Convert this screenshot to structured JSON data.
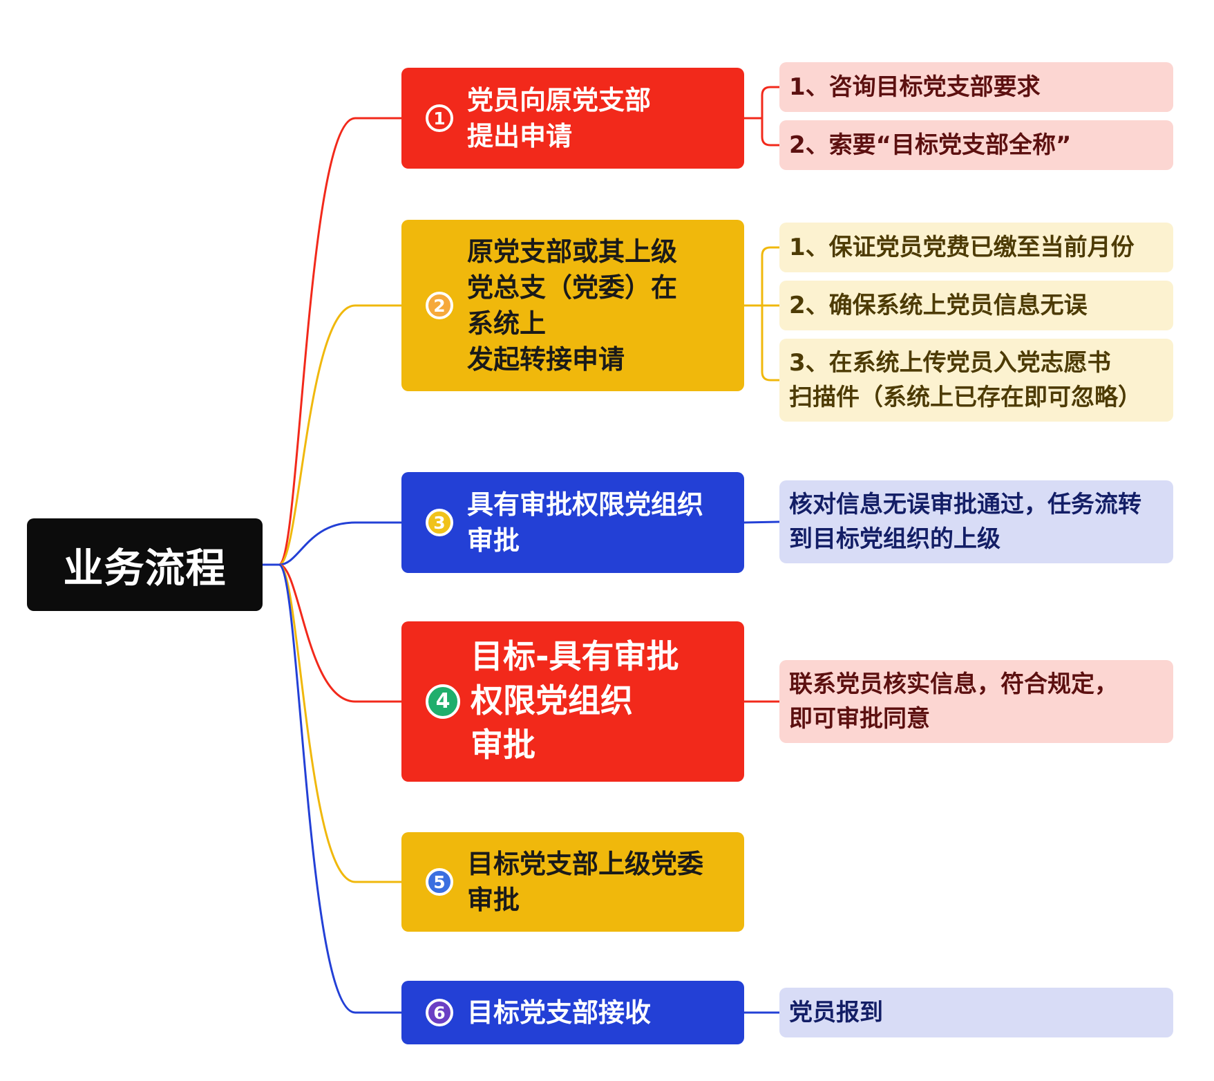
{
  "colors": {
    "red": "#f2291b",
    "yellow": "#f0b80c",
    "blue": "#2340d6",
    "root": "#0c0c0c",
    "note_red_bg": "#fcd6d2",
    "note_red_text": "#5c1010",
    "note_yellow_bg": "#fcf2d0",
    "note_yellow_text": "#4d3b05",
    "note_blue_bg": "#d8dcf6",
    "note_blue_text": "#131e66"
  },
  "root": {
    "label": "业务流程"
  },
  "steps": [
    {
      "badge": "1",
      "badge_color": "#f2291b",
      "color": "red",
      "text_color": "#ffffff",
      "label": "党员向原党支部\n提出申请",
      "notes": [
        {
          "label": "1、咨询目标党支部要求"
        },
        {
          "label": "2、索要“目标党支部全称”"
        }
      ]
    },
    {
      "badge": "2",
      "badge_color": "#f6a93b",
      "color": "yellow",
      "text_color": "#1a1a1a",
      "label": "原党支部或其上级\n党总支（党委）在\n系统上\n发起转接申请",
      "notes": [
        {
          "label": "1、保证党员党费已缴至当前月份"
        },
        {
          "label": "2、确保系统上党员信息无误"
        },
        {
          "label": "3、在系统上传党员入党志愿书\n扫描件（系统上已存在即可忽略）"
        }
      ]
    },
    {
      "badge": "3",
      "badge_color": "#f0c21a",
      "color": "blue",
      "text_color": "#ffffff",
      "label": "具有审批权限党组织\n审批",
      "notes": [
        {
          "label": "核对信息无误审批通过，任务流转\n到目标党组织的上级"
        }
      ]
    },
    {
      "badge": "4",
      "badge_color": "#1fae6c",
      "color": "red",
      "text_color": "#ffffff",
      "label": "目标-具有审批\n权限党组织\n审批",
      "notes": [
        {
          "label": "联系党员核实信息，符合规定，\n即可审批同意"
        }
      ]
    },
    {
      "badge": "5",
      "badge_color": "#3a6fe0",
      "color": "yellow",
      "text_color": "#1a1a1a",
      "label": "目标党支部上级党委\n审批",
      "notes": []
    },
    {
      "badge": "6",
      "badge_color": "#6a3fc4",
      "color": "blue",
      "text_color": "#ffffff",
      "label": "目标党支部接收",
      "notes": [
        {
          "label": "党员报到"
        }
      ]
    }
  ]
}
